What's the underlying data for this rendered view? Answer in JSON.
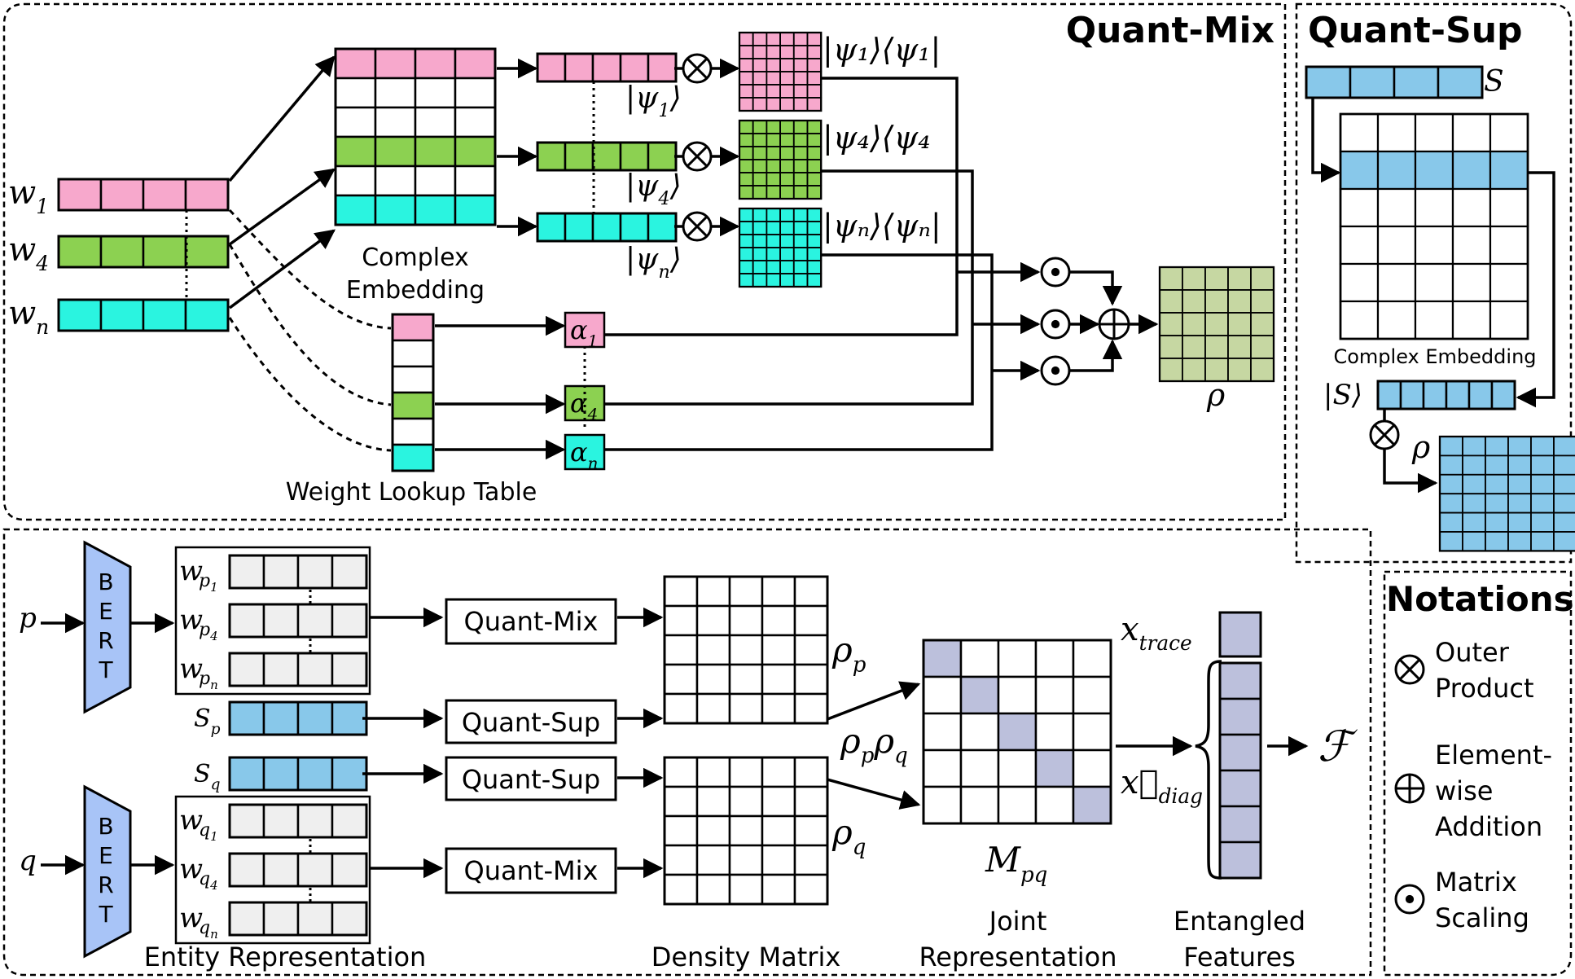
{
  "colors": {
    "pink": "#f7a8cc",
    "green": "#8cd151",
    "cyan": "#2af4e0",
    "blue": "#88c8ea",
    "sage": "#c6d7a2",
    "lavender": "#bcc0dc",
    "bert": "#a8c4f7",
    "entity": "#efefef"
  },
  "quant_mix": {
    "title": "Quant-Mix",
    "words": [
      "w",
      "w",
      "w"
    ],
    "word_subs": [
      "1",
      "4",
      "n"
    ],
    "complex_embedding": "Complex\nEmbedding",
    "weight_table": "Weight Lookup Table",
    "kets": [
      "|ψ",
      "|ψ",
      "|ψ"
    ],
    "ket_subs": [
      "1",
      "4",
      "n"
    ],
    "outer_labels": [
      "|ψ₁⟩⟨ψ₁|",
      "|ψ₄⟩⟨ψ₄",
      "|ψₙ⟩⟨ψₙ|"
    ],
    "alphas": [
      "α",
      "α",
      "α"
    ],
    "alpha_subs": [
      "1",
      "4",
      "n"
    ],
    "rho": "ρ"
  },
  "quant_sup": {
    "title": "Quant-Sup",
    "s_label": "S",
    "complex_embedding": "Complex Embedding",
    "ket": "|S⟩",
    "rho": "ρ"
  },
  "notations": {
    "title": "Notations",
    "items": [
      {
        "symbol": "otimes-icon",
        "text": "Outer\nProduct"
      },
      {
        "symbol": "oplus-icon",
        "text": "Element-\nwise\nAddition"
      },
      {
        "symbol": "odot-icon",
        "text": "Matrix\nScaling"
      }
    ]
  },
  "pipeline": {
    "p": "p",
    "q": "q",
    "bert": "BERT",
    "wp": [
      "p",
      "p",
      "p"
    ],
    "wp_subs": [
      "1",
      "4",
      "n"
    ],
    "wq": [
      "q",
      "q",
      "q"
    ],
    "wq_subs": [
      "1",
      "4",
      "n"
    ],
    "sp": "S",
    "sp_sub": "p",
    "sq": "S",
    "sq_sub": "q",
    "quant_mix": "Quant-Mix",
    "quant_sup": "Quant-Sup",
    "rho_p": "ρ",
    "rho_p_sub": "p",
    "rho_q": "ρ",
    "rho_q_sub": "q",
    "rho_pq": "ρ",
    "mpq": "M",
    "mpq_sub": "pq",
    "x_trace": "x",
    "x_trace_sub": "trace",
    "x_diag": "x⃗",
    "x_diag_sub": "diag",
    "F": "ℱ",
    "entity_rep": "Entity Representation",
    "density_matrix": "Density Matrix",
    "joint_rep": "Joint\nRepresentation",
    "entangled": "Entangled\nFeatures"
  }
}
